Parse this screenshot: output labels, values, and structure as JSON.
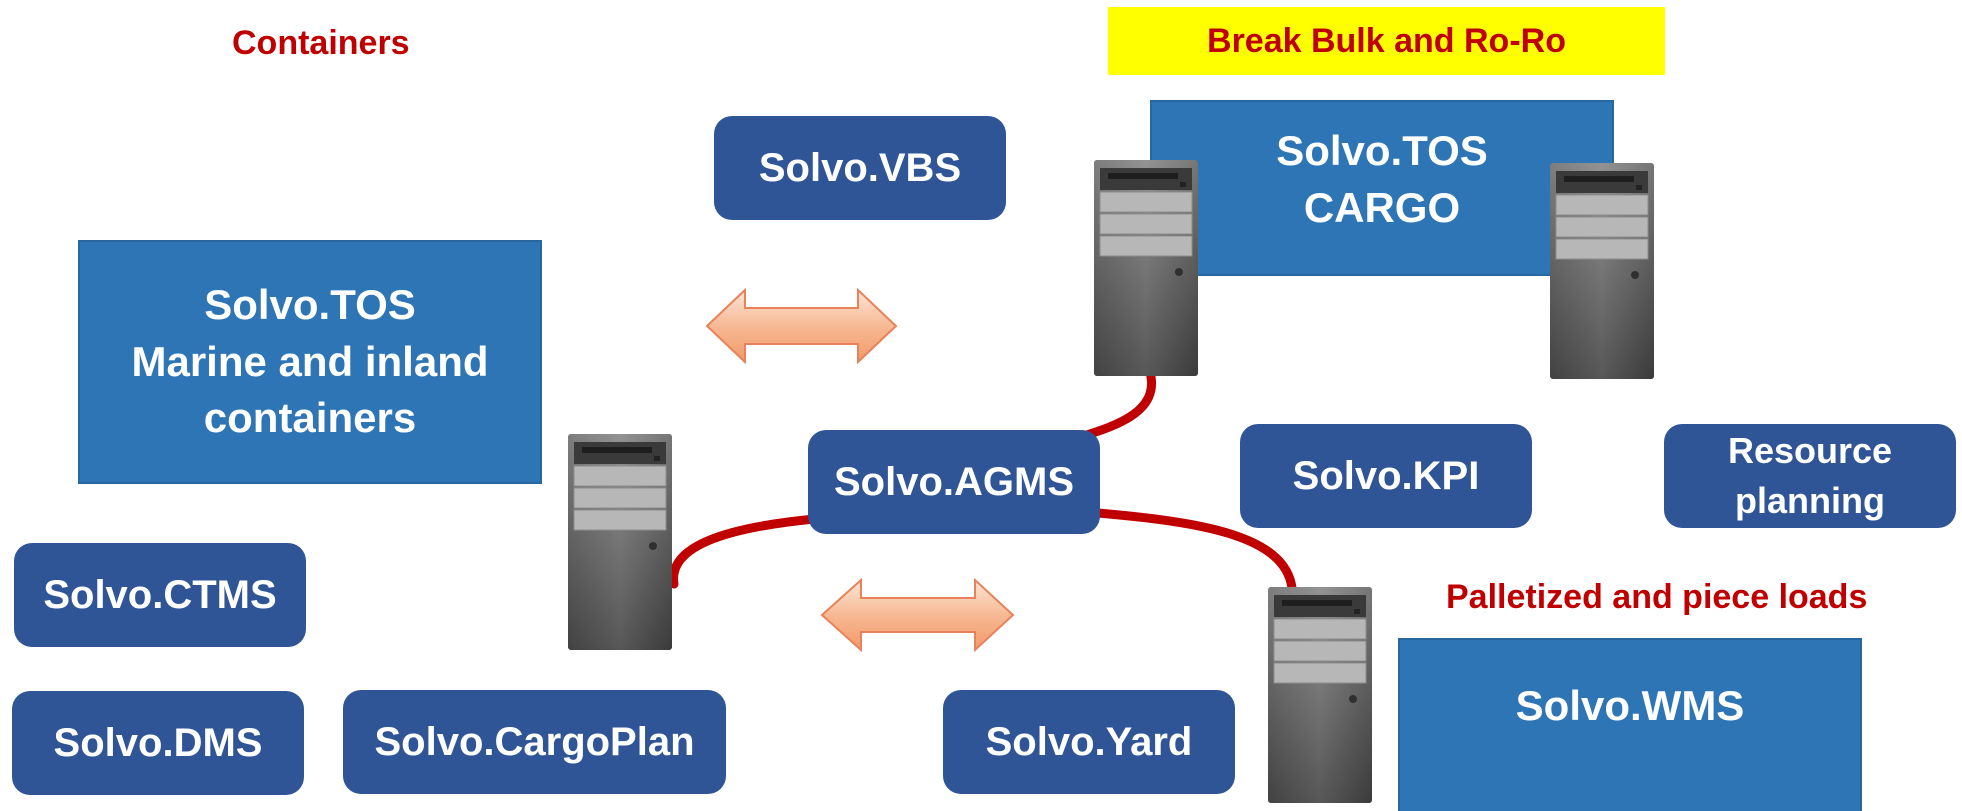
{
  "headings": {
    "containers": "Containers",
    "break_bulk": "Break Bulk and Ro-Ro",
    "palletized": "Palletized and piece loads"
  },
  "boxes": {
    "vbs": "Solvo.VBS",
    "tos_cargo": "Solvo.TOS\nCARGO",
    "tos_containers": "Solvo.TOS\nMarine and inland\ncontainers",
    "agms": "Solvo.AGMS",
    "kpi": "Solvo.KPI",
    "resource_planning": "Resource\nplanning",
    "ctms": "Solvo.CTMS",
    "dms": "Solvo.DMS",
    "cargoplan": "Solvo.CargoPlan",
    "yard": "Solvo.Yard",
    "wms": "Solvo.WMS"
  },
  "colors": {
    "heading_red": "#c00000",
    "highlight_yellow": "#ffff00",
    "rounded_box_blue": "#2f5597",
    "square_box_blue": "#2e75b6",
    "connector_red": "#c00000",
    "arrow_orange": "#f4b183",
    "server_gray": "#6b6b6b"
  },
  "icons": [
    "server-icon",
    "double-arrow-icon"
  ]
}
